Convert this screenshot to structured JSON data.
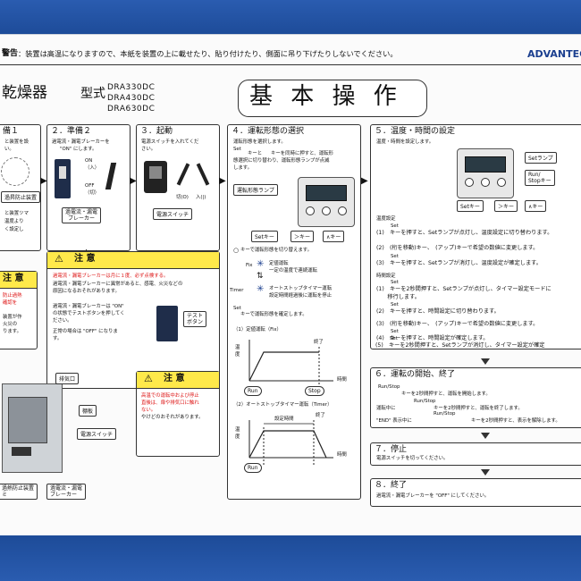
{
  "warning_bar": {
    "prefix": "警告",
    "text": "：装置は高温になりますので、本紙を装置の上に載せたり、貼り付けたり、側面に吊り下げたりしないでください。",
    "brand": "ADVANTEC"
  },
  "header": {
    "product": "乾燥器",
    "model_label": "型式",
    "models": [
      "DRA330DC",
      "DRA430DC",
      "DRA630DC"
    ],
    "title": "基 本 操 作"
  },
  "step1": {
    "title": "備１",
    "lines": [
      "と装置を設",
      "い。"
    ],
    "label_button": "過昇防止装置",
    "extra": [
      "と装置ツマ",
      "温度より",
      "く設定し"
    ]
  },
  "step2": {
    "title": "２．準備２",
    "line1": "過電流・漏電ブレーカーを",
    "line2": "\"ON\" にします。",
    "on_label": "ON",
    "on_sub": "（入）",
    "off_label": "OFF",
    "off_sub": "（切）",
    "breaker_label": [
      "過電流・漏電",
      "ブレーカー"
    ]
  },
  "step3": {
    "title": "３．起動",
    "line1": "電源スイッチを入れてくだ",
    "line2": "さい。",
    "cut": "切(O)",
    "in": "入(|)",
    "switch_label": "電源スイッチ"
  },
  "step4": {
    "title": "４．運転形態の選択",
    "lines": [
      "運転形態を選択します。",
      "キーと",
      "キーを同時に押すと、運転形",
      "態選択に切り替わり、運転形態ランプが点滅",
      "します。"
    ],
    "set": "Set",
    "lamp_label": "運転形態ランプ",
    "keys": [
      "Setキー",
      "＞キー",
      "∧キー"
    ],
    "switch_text": "キーで運転形態を切り替えます。",
    "fix_label": "Fix",
    "fix_desc": [
      "定値運転",
      "一定の温度で連続運転"
    ],
    "timer_label": "Timer",
    "timer_desc": [
      "オートストップタイマー運転",
      "設定時間経過後に運転を停止"
    ],
    "confirm_set": "Set",
    "confirm": "キーで運転形態を確定します。",
    "graph1_title": "（1）定値運転（Fix）",
    "graph_y": [
      "温",
      "度"
    ],
    "graph_x": "時間",
    "end": "終了",
    "run": "Run",
    "stop": "Stop",
    "graph2_title": "（2）オートストップタイマー運転（Timer）",
    "set_time": "設定時間"
  },
  "step5": {
    "title": "５．温度・時間の設定",
    "subtitle": "温度・時間を設定します。",
    "set_lamp": "Setランプ",
    "run_stop_key": [
      "Run/",
      "Stopキー"
    ],
    "keys": [
      "Setキー",
      "＞キー",
      "∧キー"
    ],
    "temp_head": "温度設定",
    "temp_lines": [
      "(1)　キーを押すと、Setランプが点灯し、温度設定に切り替わります。",
      "(2)　(桁を移動)キー、　(アップ)キーで希望の数値に変更します。",
      "(3)　キーを押すと、Setランプが消灯し、温度設定が確定します。"
    ],
    "time_head": "時間設定",
    "time_lines": [
      "(1)　キーを2秒間押すと、Setランプが点灯し、タイマー設定モードに",
      "　　移行します。",
      "(2)　キーを押すと、時間設定に切り替わります。",
      "(3)　(桁を移動)キー、　(アップ)キーで希望の数値に変更します。",
      "(4)　キーを押すと、時間設定が確定します。",
      "(5)　キーを2秒間押すと、Setランプが消灯し、タイマー設定が確定"
    ],
    "set": "Set"
  },
  "step6": {
    "title": "６．運転の開始、終了",
    "run_stop": "Run/Stop",
    "line1": "キーを2秒間押すと、運転を開始します。",
    "line2_pre": "運転中に",
    "line2": "キーを2秒間押すと、運転を終了します。",
    "line3_pre": "\"END\" 表示中に",
    "line3": "キーを2秒間押すと、表示を解除します。"
  },
  "step7": {
    "title": "７．停止",
    "line": "電源スイッチを切ってください。"
  },
  "step8": {
    "title": "８．終了",
    "line": "過電流・漏電ブレーカーを \"OFF\" にしてください。"
  },
  "caution1": {
    "head": "注 意",
    "line1_red": "過電流・漏電ブレーカーは月に１度、必ず点検する。",
    "line2": "過電流・漏電ブレーカーに異常があると、感電、火災などの",
    "line3": "原因になるおそれがあります。",
    "line4": "過電流・漏電ブレーカーは \"ON\"",
    "line5": "の状態でテストボタンを押してく",
    "line6": "ださい。",
    "line7": "正常の場合は \"OFF\" になりま",
    "line8": "す。",
    "test_button": [
      "テスト",
      "ボタン"
    ]
  },
  "caution_left": {
    "head": "注 意",
    "red_lines": [
      "防止過熱",
      "確認を"
    ],
    "lines": [
      "装置が作",
      "火災の",
      "ります。"
    ]
  },
  "caution2": {
    "head": "注 意",
    "red_lines": [
      "高温での運転中および停止",
      "直後は、扉や排気口に触れ",
      "ない。"
    ],
    "line": "やけどのおそれがあります。"
  },
  "device_labels": {
    "exhaust": "排気口",
    "shelf": "棚板",
    "power_switch": "電源スイッチ",
    "overheat": [
      "過熱防止装置",
      "ミ"
    ],
    "breaker": [
      "過電流・漏電",
      "ブレーカー"
    ]
  }
}
